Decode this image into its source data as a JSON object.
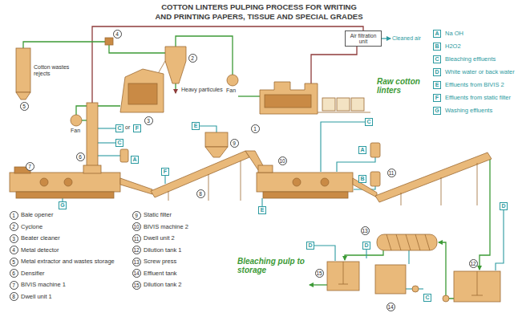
{
  "diagram": {
    "title": "COTTON LINTERS PULPING PROCESS FOR WRITING AND PRINTING PAPERS, TISSUE AND SPECIAL GRADES",
    "nodes": [
      {
        "text": [
          "Air filtration unit"
        ]
      }
    ],
    "labels": [
      "1",
      "2",
      "3",
      "4",
      "5",
      "6",
      "7",
      "8",
      "9",
      "10",
      "11",
      "12",
      "13",
      "14",
      "15",
      "1",
      "Bale opener",
      "2",
      "Cyclone",
      "3",
      "Beater cleaner",
      "4",
      "Metal detector",
      "5",
      "Metal extractor and wastes storage",
      "6",
      "Densifier",
      "7",
      "BIVIS machine 1",
      "8",
      "Dwell unit 1",
      "9",
      "Static filter",
      "10",
      "BIVIS machine 2",
      "11",
      "Dwell unit 2",
      "12",
      "Dilution tank 1",
      "13",
      "Screw press",
      "14",
      "Effluent tank",
      "15",
      "Dilution tank 2",
      "C",
      "or",
      "F",
      "C",
      "A",
      "E",
      "F",
      "G",
      "C",
      "A",
      "B",
      "E",
      "D",
      "D",
      "D",
      "C",
      "A",
      "B",
      "C",
      "D",
      "E",
      "F",
      "G",
      "Cleaned air",
      "Cotton wastes rejects",
      "Heavy particules",
      "Fan",
      "Fan",
      "Raw cotton linters",
      "Bleaching pulp to storage"
    ],
    "legend": [
      {
        "text": "Na OH"
      },
      {
        "text": "H2O2"
      },
      {
        "text": "Bleaching effluents"
      },
      {
        "text": "White water or back water"
      },
      {
        "text": "Effluents from BIVIS 2"
      },
      {
        "text": "Effluents from static filter"
      },
      {
        "text": "Washing effluents"
      }
    ]
  }
}
